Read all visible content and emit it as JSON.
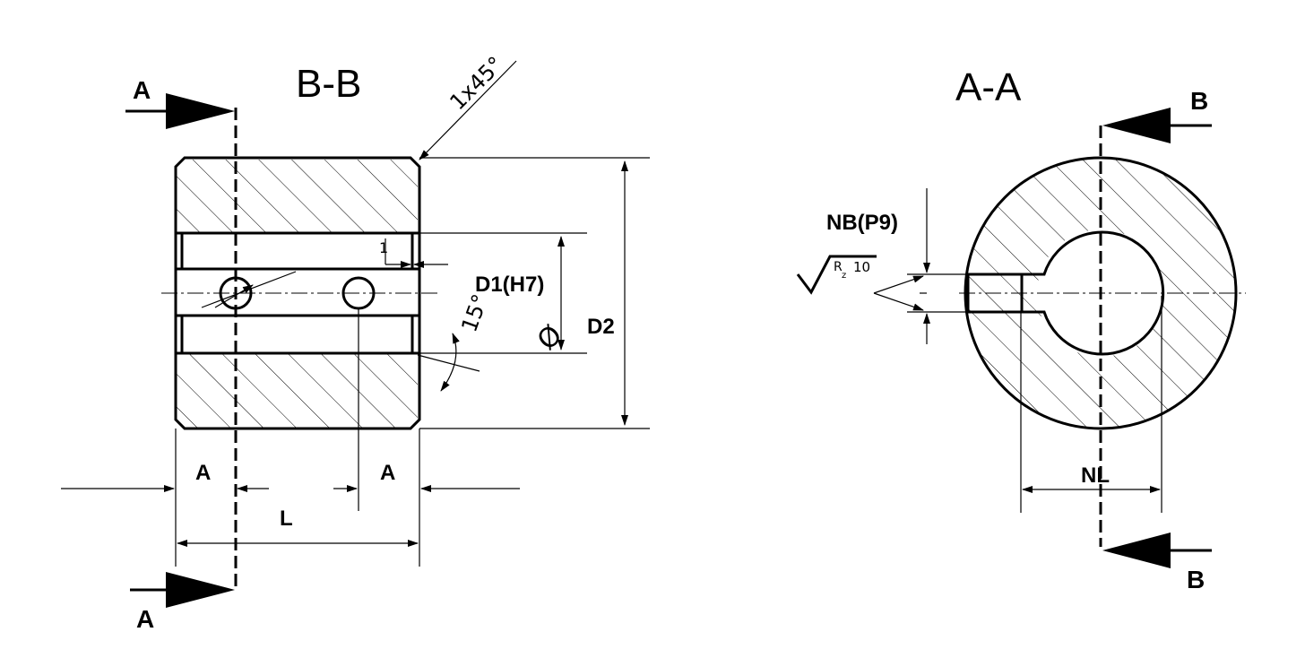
{
  "section_bb_title": "B-B",
  "section_aa_title": "A-A",
  "cut_letter_a": "A",
  "cut_letter_b": "B",
  "chamfer": "1x45°",
  "groove_depth": "1",
  "bore_label": "D1(H7)",
  "angle_label": "15°",
  "diameter_symbol": "Ø",
  "outer_diameter_label": "D2",
  "offset_a_left": "A",
  "offset_a_right": "A",
  "length_label": "L",
  "key_width_label": "NB(P9)",
  "roughness_r": "R",
  "roughness_z": "z",
  "roughness_value": "10",
  "key_depth_label": "NL"
}
